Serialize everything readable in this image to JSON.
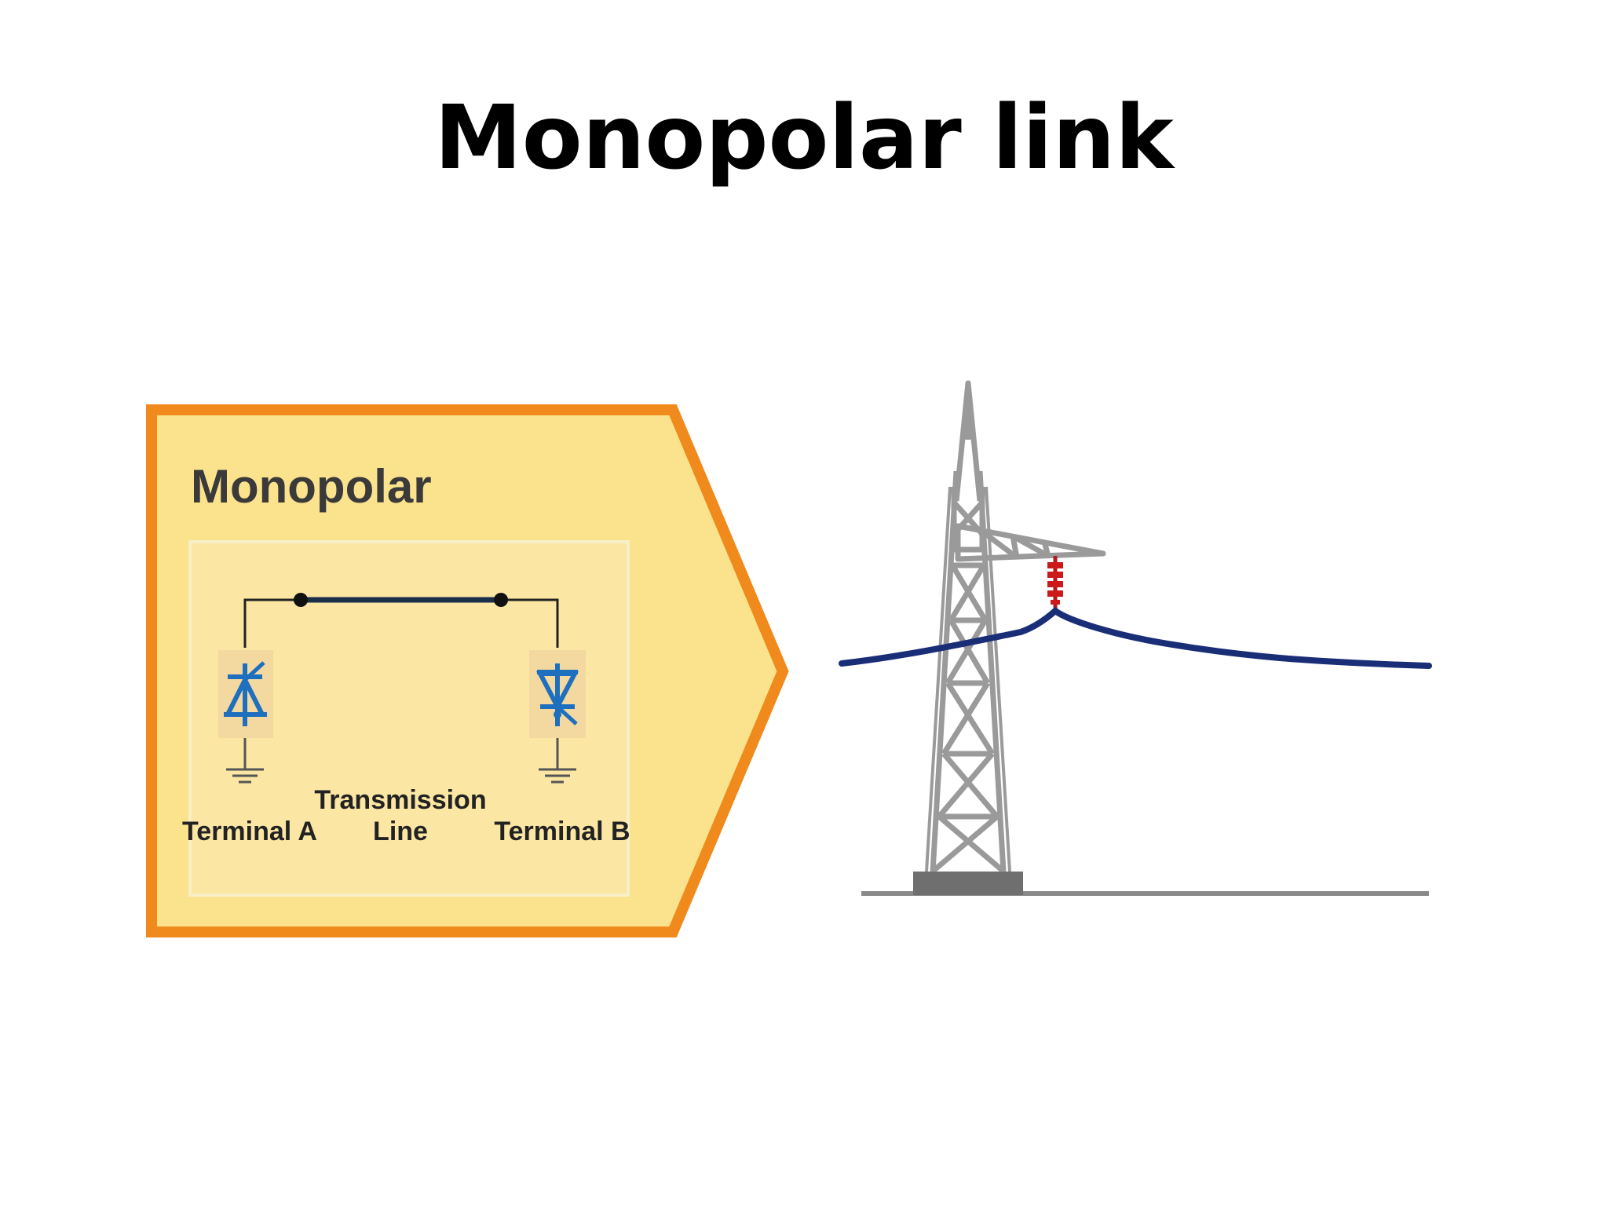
{
  "slide": {
    "title": "Monopolar link"
  },
  "panel": {
    "heading": "Monopolar",
    "terminal_a_label": "Terminal A",
    "terminal_b_label": "Terminal B",
    "line_label_line1": "Transmission",
    "line_label_line2": "Line"
  },
  "colors": {
    "panel_fill": "#fbe28c",
    "panel_border": "#f08a1c",
    "inner_box": "#fbe6a3",
    "conductor": "#1a2e78",
    "tower": "#9a9a9a",
    "insulator": "#cc1a1a",
    "ground": "#888888",
    "valve": "#1f6fbf",
    "valve_bg": "#f3d8a0",
    "wire": "#222222"
  }
}
